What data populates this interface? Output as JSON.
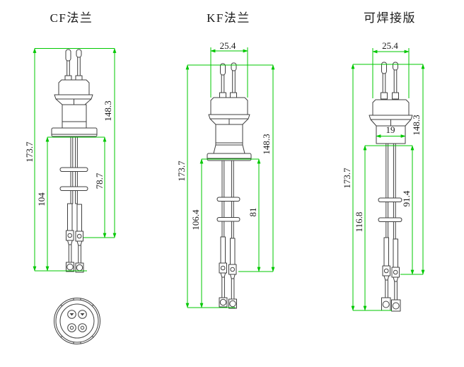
{
  "colors": {
    "background": "#ffffff",
    "outline": "#3f3f3f",
    "dimension": "#00c800",
    "text": "#1a1a1a"
  },
  "figures": [
    {
      "title": "CF法兰",
      "dims": {
        "overall_height": "173.7",
        "head_height": "148.3",
        "probe_length": "104",
        "inner_length": "78.7"
      }
    },
    {
      "title": "KF法兰",
      "dims": {
        "cap_width": "25.4",
        "overall_height": "173.7",
        "head_height": "148.3",
        "probe_length": "106.4",
        "inner_length": "81"
      }
    },
    {
      "title": "可焊接版",
      "dims": {
        "cap_width": "25.4",
        "body_width": "19",
        "overall_height": "173.7",
        "head_height": "148.3",
        "probe_length": "116.8",
        "inner_length": "91.4"
      }
    }
  ]
}
